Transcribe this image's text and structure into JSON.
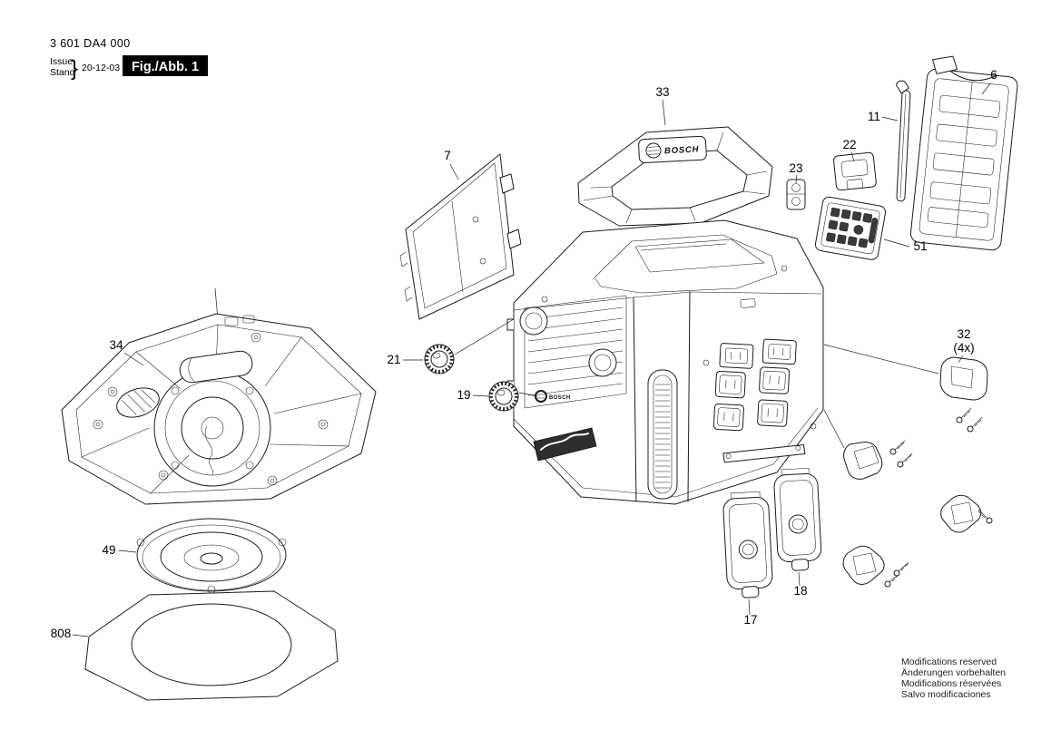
{
  "header": {
    "part_number": "3 601 DA4 000",
    "issue_label": "Issue",
    "stand_label": "Stand",
    "brace": "}",
    "date": "20-12-03",
    "figure_label": "Fig./Abb. 1"
  },
  "brand": {
    "handle_logo": "BOSCH",
    "front_badge": "BOSCH"
  },
  "callouts": {
    "c33": "33",
    "c7": "7",
    "c6": "6",
    "c11": "11",
    "c22": "22",
    "c23": "23",
    "c51": "51",
    "c21": "21",
    "c19": "19",
    "c34": "34",
    "c49": "49",
    "c808": "808",
    "c32": "32",
    "c32_qty": "(4x)",
    "c17": "17",
    "c18": "18"
  },
  "footer": {
    "line1": "Modifications reserved",
    "line2": "Änderungen vorbehalten",
    "line3": "Modifications réservées",
    "line4": "Salvo modificaciones"
  }
}
